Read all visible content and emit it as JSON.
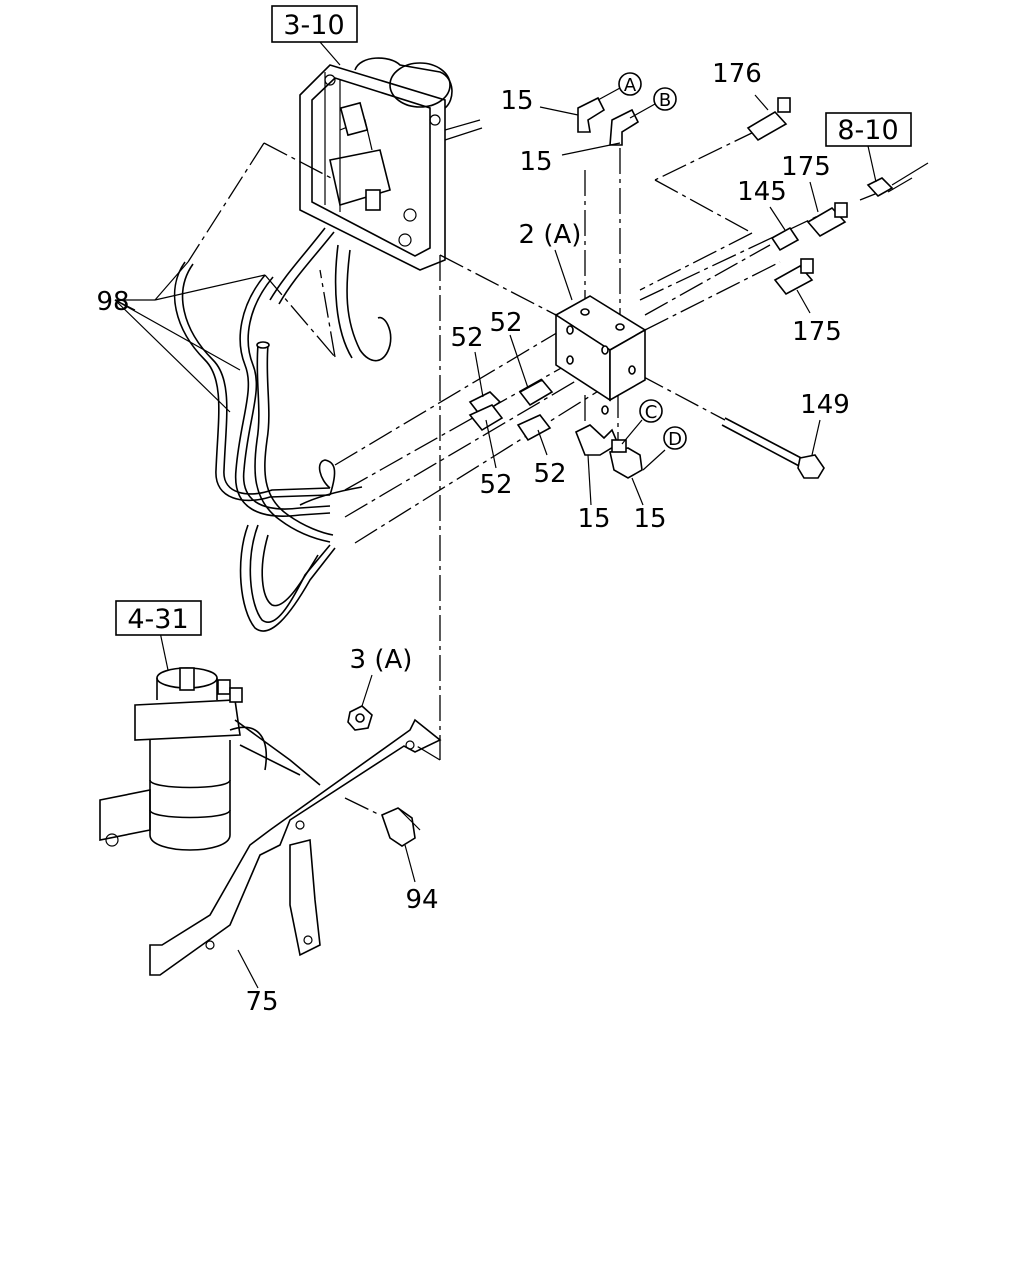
{
  "references": [
    {
      "id": "ref-3-10",
      "label": "3-10"
    },
    {
      "id": "ref-8-10",
      "label": "8-10"
    },
    {
      "id": "ref-4-31",
      "label": "4-31"
    }
  ],
  "callouts": [
    {
      "id": "c15a",
      "label": "15"
    },
    {
      "id": "c15b",
      "label": "15"
    },
    {
      "id": "c15c",
      "label": "15"
    },
    {
      "id": "c15d",
      "label": "15"
    },
    {
      "id": "c176",
      "label": "176"
    },
    {
      "id": "c175a",
      "label": "175"
    },
    {
      "id": "c175b",
      "label": "175"
    },
    {
      "id": "c145",
      "label": "145"
    },
    {
      "id": "c2a",
      "label": "2 (A)"
    },
    {
      "id": "c98",
      "label": "98"
    },
    {
      "id": "c52a",
      "label": "52"
    },
    {
      "id": "c52b",
      "label": "52"
    },
    {
      "id": "c52c",
      "label": "52"
    },
    {
      "id": "c52d",
      "label": "52"
    },
    {
      "id": "c149",
      "label": "149"
    },
    {
      "id": "c3a",
      "label": "3 (A)"
    },
    {
      "id": "c94",
      "label": "94"
    },
    {
      "id": "c75",
      "label": "75"
    }
  ],
  "markers": [
    {
      "id": "mA",
      "label": "A"
    },
    {
      "id": "mB",
      "label": "B"
    },
    {
      "id": "mC",
      "label": "C"
    },
    {
      "id": "mD",
      "label": "D"
    }
  ]
}
